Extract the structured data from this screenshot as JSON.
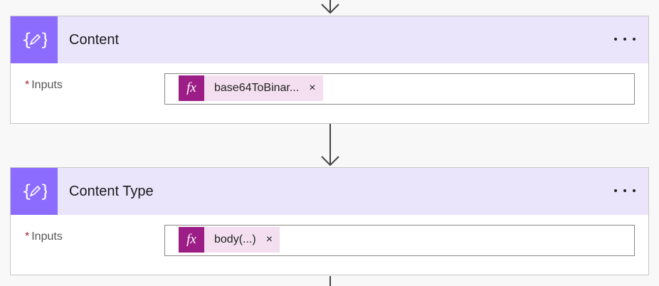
{
  "steps": [
    {
      "title": "Content",
      "icon": "compose-braces-icon",
      "more_label": "...",
      "field": {
        "required_mark": "*",
        "label": "Inputs",
        "token": {
          "icon_label": "fx",
          "text": "base64ToBinar...",
          "remove": "×"
        }
      }
    },
    {
      "title": "Content Type",
      "icon": "compose-braces-icon",
      "more_label": "...",
      "field": {
        "required_mark": "*",
        "label": "Inputs",
        "token": {
          "icon_label": "fx",
          "text": "body(...)",
          "remove": "×"
        }
      }
    }
  ],
  "colors": {
    "header_bg": "#ebe5fc",
    "icon_bg": "#8c6cff",
    "token_bg": "#f4dff0",
    "token_icon_bg": "#9c1d86",
    "required": "#a4262c"
  }
}
